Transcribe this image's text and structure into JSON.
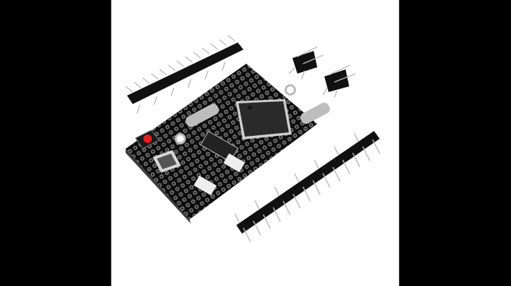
{
  "image": {
    "subject": "Mega 2560 Pro microcontroller board with pin headers",
    "background_color": "#ffffff",
    "letterbox_color": "#000000",
    "colors": {
      "pcb": "#0d0d0d",
      "pad": "#9a9a9a",
      "chip": "#2a2a2a",
      "pin": "#c8c8c8",
      "header_plastic": "#111111",
      "reset_button": "#e02020",
      "crystal": "#bdbdbd"
    }
  },
  "components": {
    "board": "black PCB",
    "mcu": "QFP microcontroller chip",
    "reset": "red reset button",
    "usb": "micro USB connector",
    "crystals": "2 crystal oscillators",
    "long_headers": 2,
    "short_headers": 2
  }
}
